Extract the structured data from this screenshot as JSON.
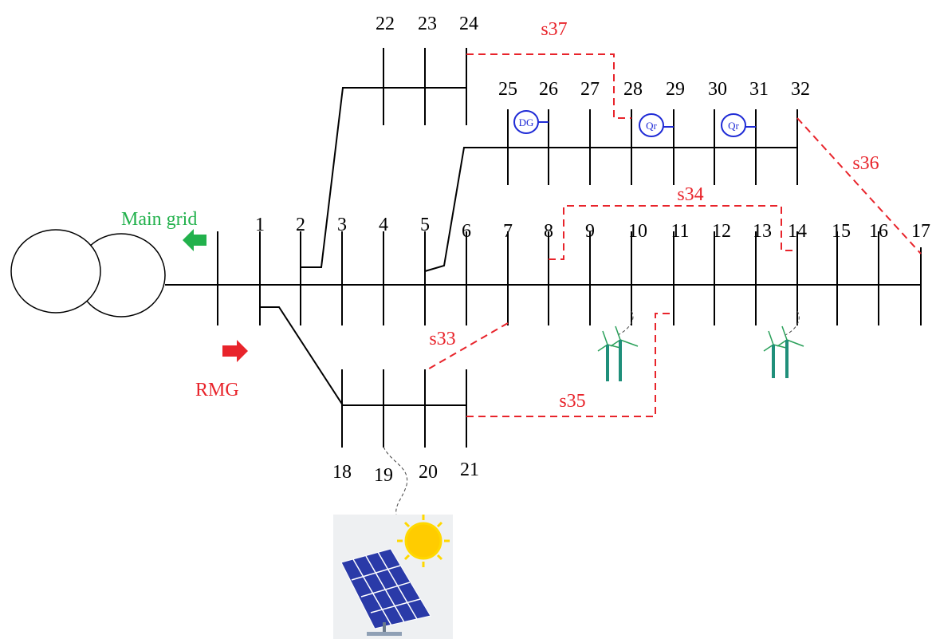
{
  "diagram": {
    "grid_labels": {
      "main_grid": "Main grid",
      "rmg": "RMG"
    },
    "bus_labels": {
      "b1": "1",
      "b2": "2",
      "b3": "3",
      "b4": "4",
      "b5": "5",
      "b6": "6",
      "b7": "7",
      "b8": "8",
      "b9": "9",
      "b10": "10",
      "b11": "11",
      "b12": "12",
      "b13": "13",
      "b14": "14",
      "b15": "15",
      "b16": "16",
      "b17": "17",
      "b18": "18",
      "b19": "19",
      "b20": "20",
      "b21": "21",
      "b22": "22",
      "b23": "23",
      "b24": "24",
      "b25": "25",
      "b26": "26",
      "b27": "27",
      "b28": "28",
      "b29": "29",
      "b30": "30",
      "b31": "31",
      "b32": "32"
    },
    "tie_switches": {
      "s33": "s33",
      "s34": "s34",
      "s35": "s35",
      "s36": "s36",
      "s37": "s37"
    },
    "devices": {
      "dg": "DG",
      "qr1": "Qr",
      "qr2": "Qr"
    },
    "icons": [
      "transformer-icon",
      "arrow-left-icon",
      "arrow-right-icon",
      "wind-turbine-icon",
      "solar-panel-icon",
      "sun-icon"
    ],
    "colors": {
      "line": "#000000",
      "tie_switch": "#e8242b",
      "main_grid_arrow": "#22b14c",
      "rmg_arrow": "#e8242b",
      "device": "#1f2bd6",
      "wind_turbine": "#1f8f7a",
      "solar_panel": "#2a3aa8",
      "sun": "#ffd800"
    }
  }
}
